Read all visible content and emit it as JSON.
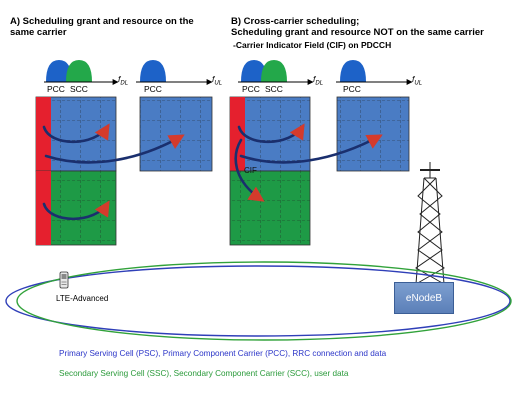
{
  "sections": {
    "a_title": [
      "A) Scheduling grant and resource on the",
      "same carrier"
    ],
    "b_title": [
      "B) Cross-carrier scheduling;",
      "Scheduling grant and resource NOT on the same carrier"
    ],
    "b_subtitle": "-Carrier Indicator Field (CIF) on PDCCH"
  },
  "carriers": {
    "pcc": "PCC",
    "scc": "SCC",
    "f": "f",
    "dl": "DL",
    "ul": "UL"
  },
  "cif_label": "CIF",
  "device_label": "LTE-Advanced",
  "enodeb_label": "eNodeB",
  "legend": {
    "primary": "Primary Serving Cell (PSC), Primary Component Carrier (PCC), RRC connection and data",
    "secondary": "Secondary Serving Cell (SSC), Secondary Component Carrier (SCC), user data"
  },
  "colors": {
    "pcc_blue": "#4a7cc4",
    "scc_green": "#1e9a46",
    "control_red": "#e5202e",
    "arrow_navy": "#1a2f6e",
    "primary_text": "#2b35c8",
    "secondary_text": "#2a9a3a"
  }
}
